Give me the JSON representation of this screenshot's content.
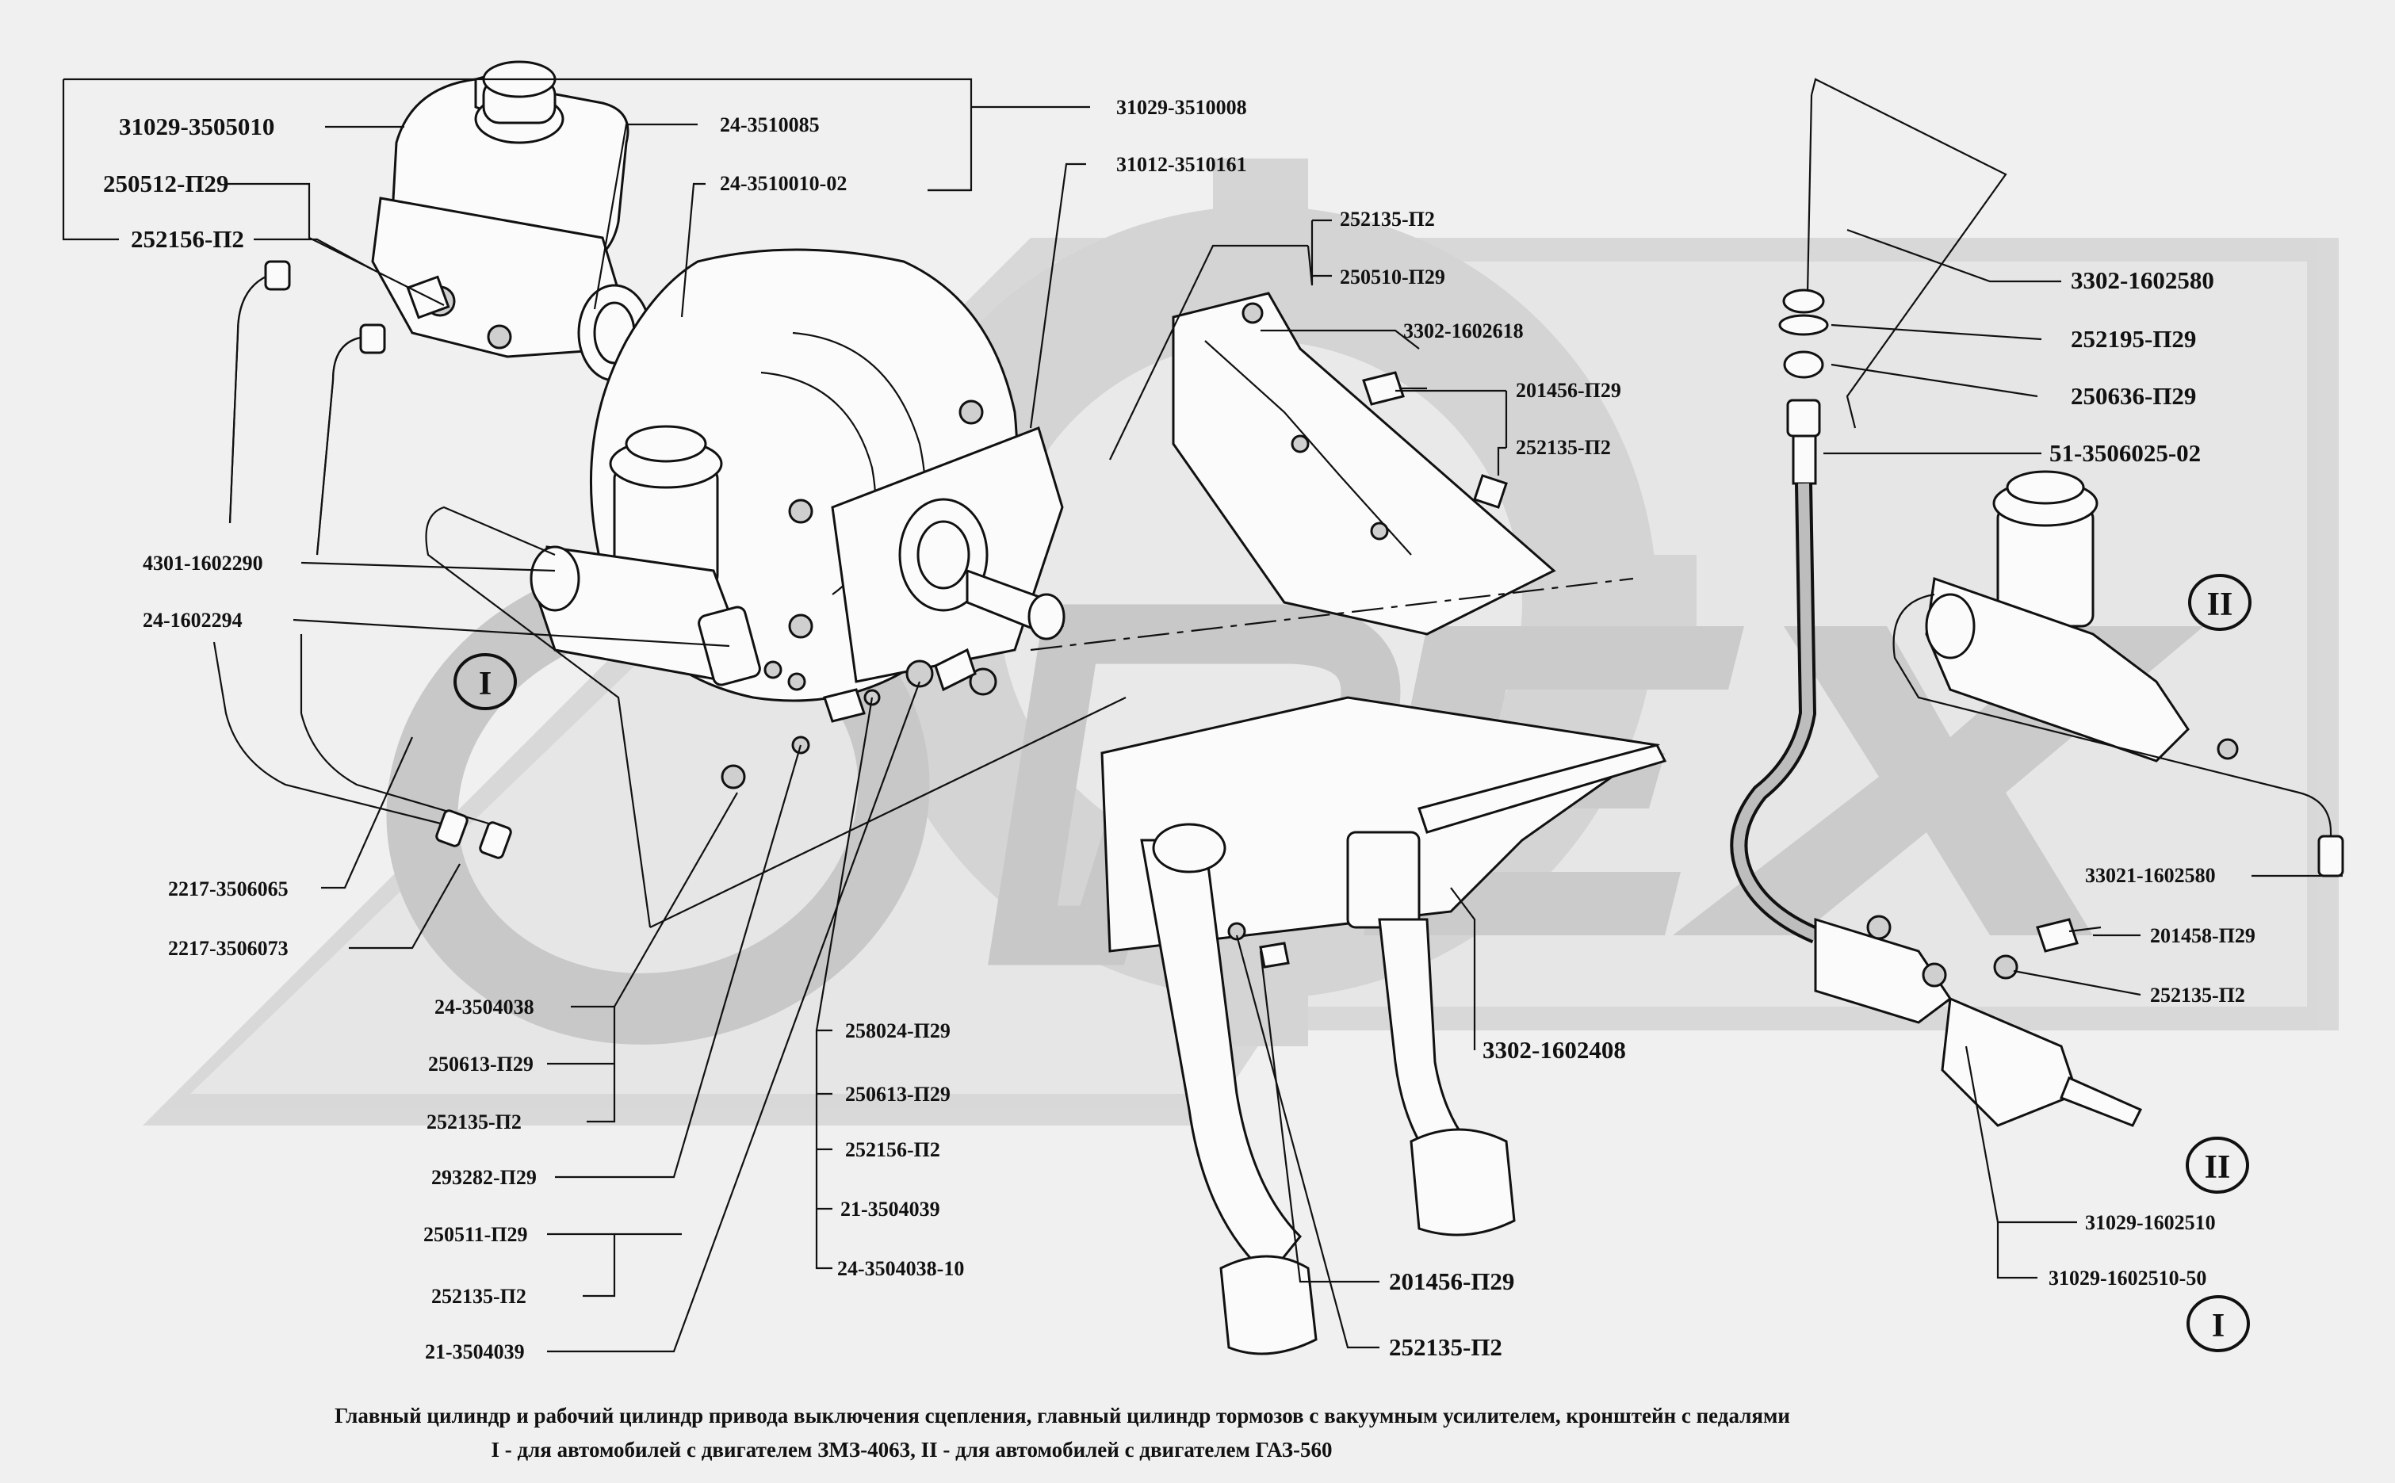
{
  "labels": {
    "l_31029_3505010": "31029-3505010",
    "l_250512_p29": "250512-П29",
    "l_252156_p2_top": "252156-П2",
    "l_31029_3510008": "31029-3510008",
    "l_24_3510085": "24-3510085",
    "l_24_3510010_02": "24-3510010-02",
    "l_31012_3510161": "31012-3510161",
    "l_252135_p2_a": "252135-П2",
    "l_250510_p29": "250510-П29",
    "l_3302_1602618": "3302-1602618",
    "l_201456_p29_a": "201456-П29",
    "l_252135_p2_b": "252135-П2",
    "l_3302_1602580": "3302-1602580",
    "l_252195_p29": "252195-П29",
    "l_250636_p29": "250636-П29",
    "l_51_3506025_02": "51-3506025-02",
    "l_4301_1602290": "4301-1602290",
    "l_24_1602294": "24-1602294",
    "l_2217_3506065": "2217-3506065",
    "l_2217_3506073": "2217-3506073",
    "l_24_3504038": "24-3504038",
    "l_250613_p29_a": "250613-П29",
    "l_252135_p2_c": "252135-П2",
    "l_293282_p29": "293282-П29",
    "l_250511_p29": "250511-П29",
    "l_252135_p2_d": "252135-П2",
    "l_21_3504039_a": "21-3504039",
    "l_258024_p29": "258024-П29",
    "l_250613_p29_b": "250613-П29",
    "l_252156_p2_b": "252156-П2",
    "l_21_3504039_b": "21-3504039",
    "l_24_3504038_10": "24-3504038-10",
    "l_3302_1602408": "3302-1602408",
    "l_201456_p29_b": "201456-П29",
    "l_252135_p2_e": "252135-П2",
    "l_33021_1602580": "33021-1602580",
    "l_201458_p29": "201458-П29",
    "l_252135_p2_f": "252135-П2",
    "l_31029_1602510": "31029-1602510",
    "l_31029_1602510_50": "31029-1602510-50"
  },
  "markers": {
    "roman_1": "I",
    "roman_2": "II"
  },
  "caption": {
    "line1": "Главный цилиндр и рабочий цилиндр  привода выключения сцепления, главный цилиндр тормозов с вакуумным усилителем, кронштейн с педалями",
    "line2": "I - для автомобилей с двигателем ЗМЗ-4063, II - для автомобилей с двигателем ГАЗ-560"
  },
  "watermark": {
    "text": "OPEX",
    "color": "#c8c8c8"
  }
}
